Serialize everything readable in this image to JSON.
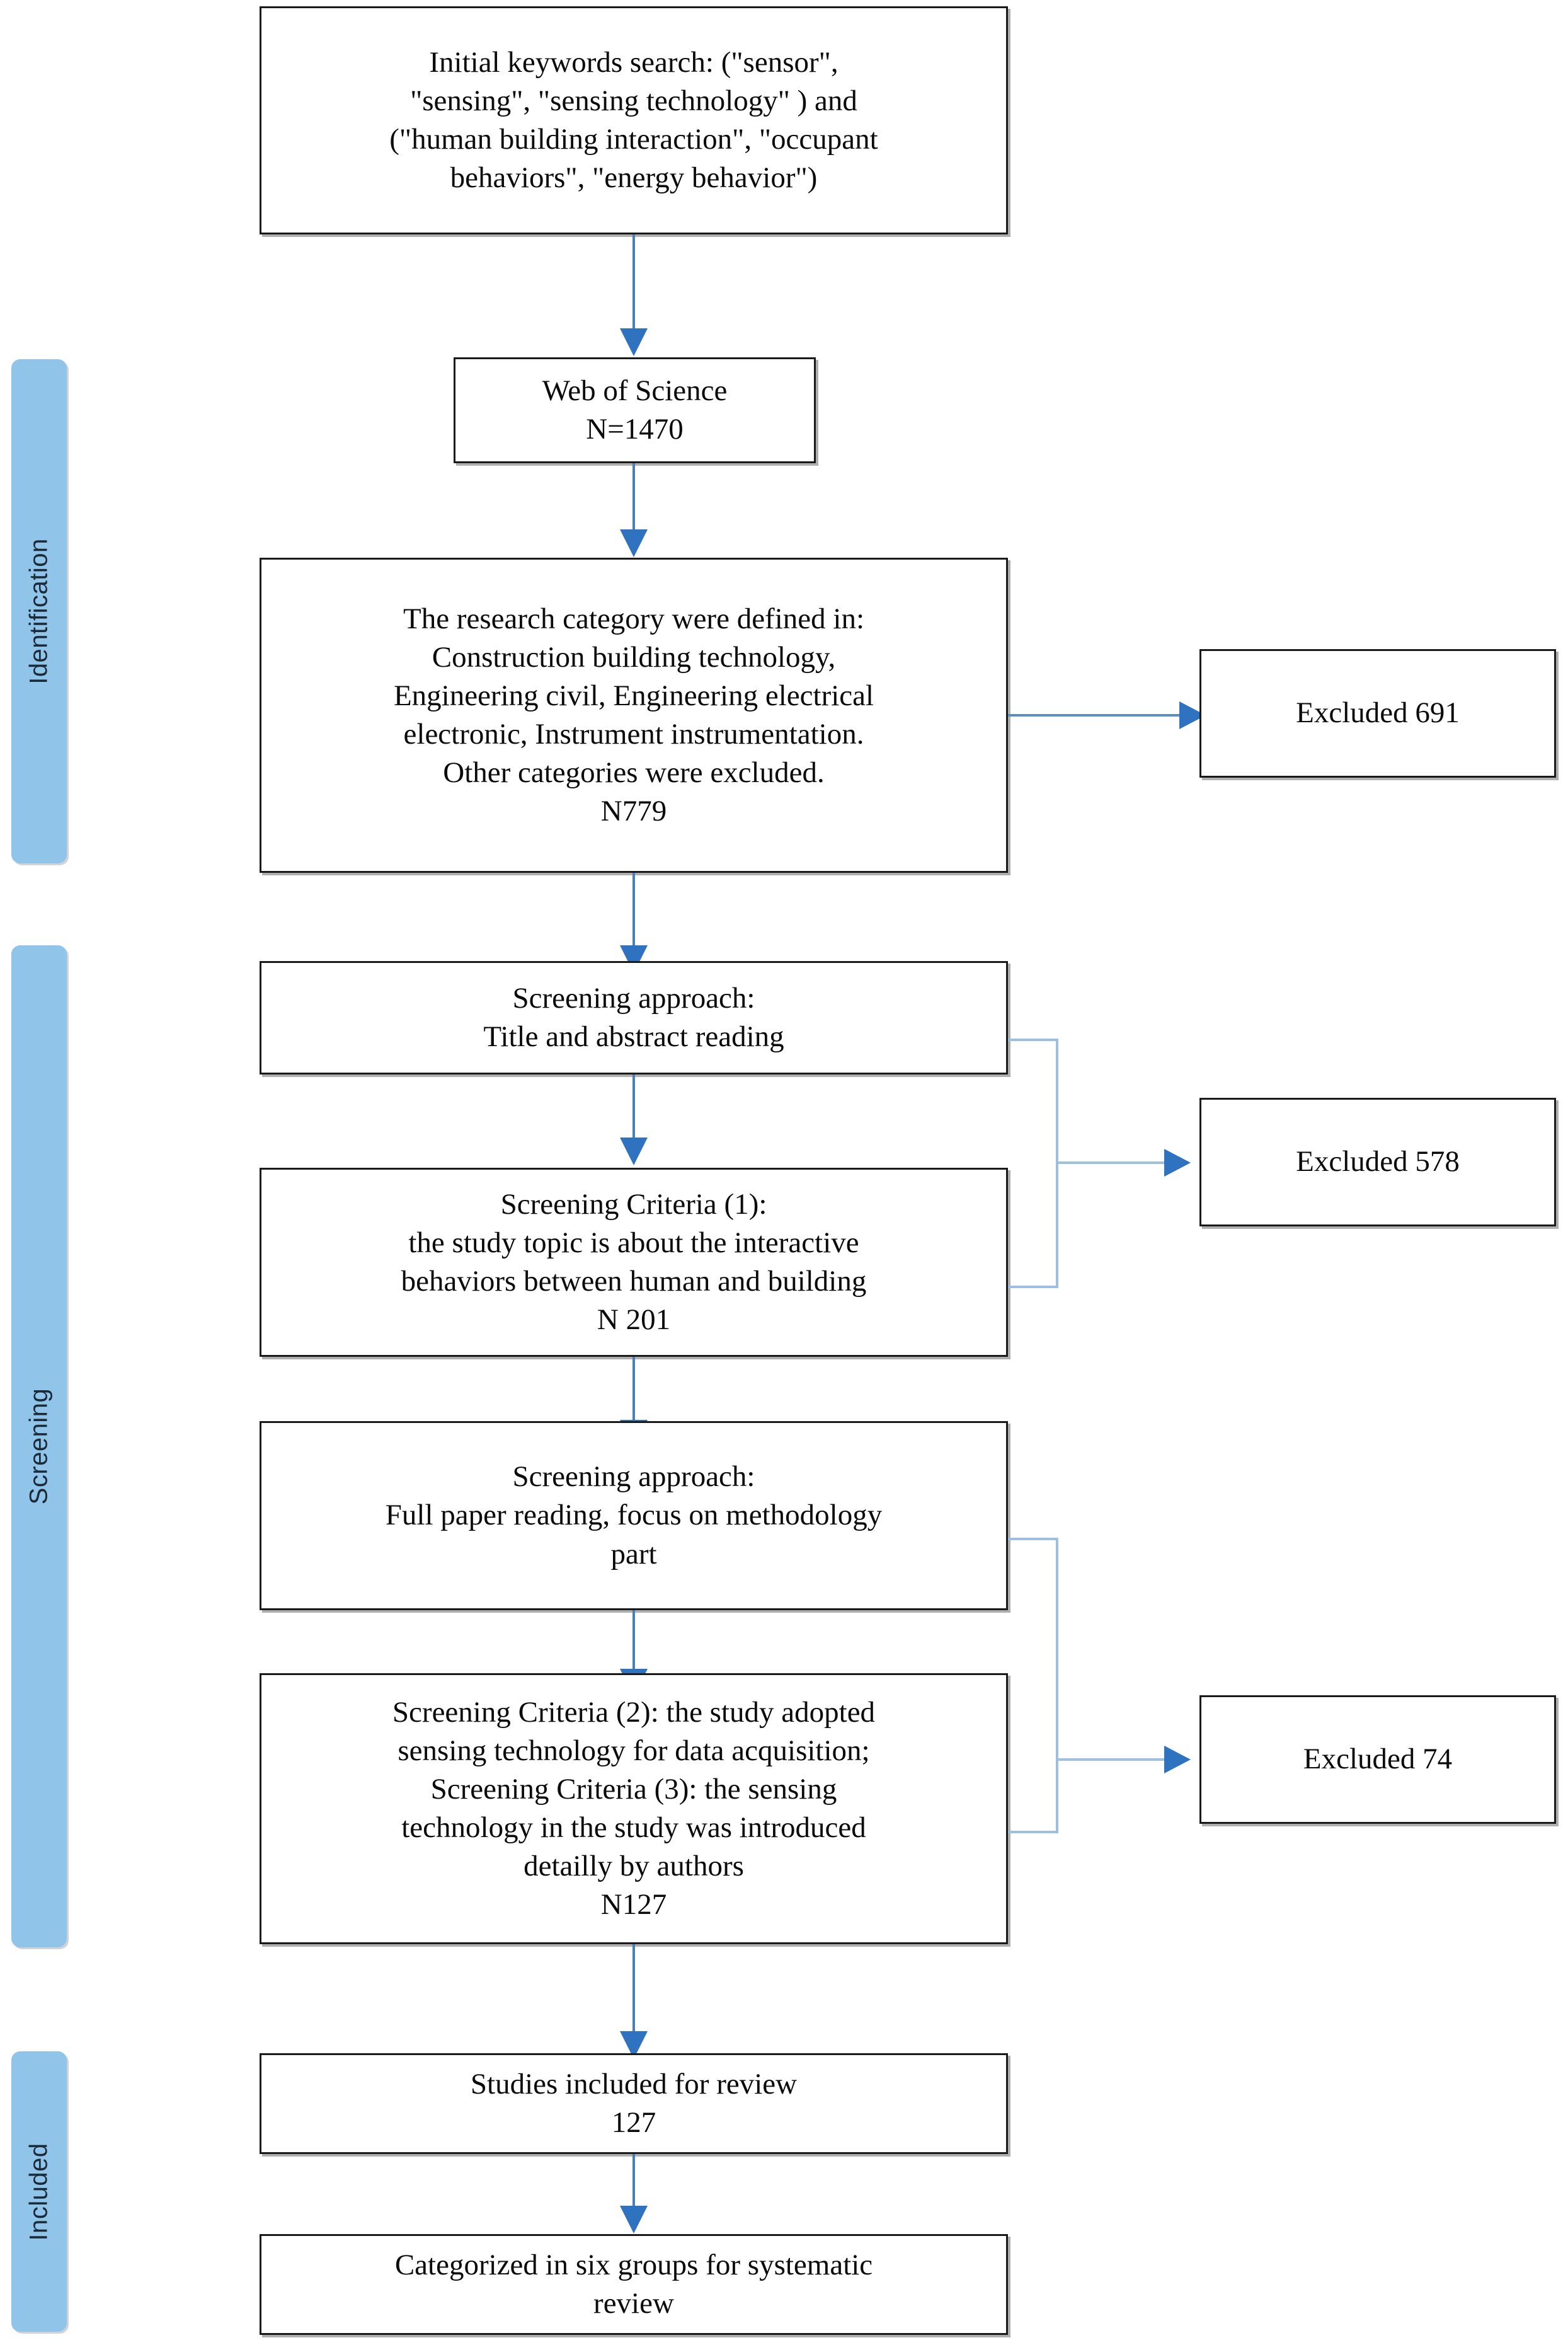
{
  "diagram": {
    "type": "prisma-flow-diagram",
    "accent_color": "#2f72c0",
    "stage_bar_color": "#90c4e9",
    "box_border_color": "#1a1a1a"
  },
  "stages": [
    {
      "id": "identification",
      "label": "Identification"
    },
    {
      "id": "screening",
      "label": "Screening"
    },
    {
      "id": "included",
      "label": "Included"
    }
  ],
  "nodes": {
    "initial_search": "Initial keywords search:  (\"sensor\",\n\"sensing\", \"sensing technology\" ) and\n(\"human building interaction\", \"occupant\nbehaviors\",  \"energy behavior\")",
    "database": "Web of Science\nN=1470",
    "research_category": "The research category were defined in:\nConstruction building technology,\nEngineering civil, Engineering electrical\nelectronic, Instrument instrumentation.\nOther categories were excluded.\nN779",
    "screening_approach_1": "Screening approach:\nTitle and abstract reading",
    "screening_criteria_1": "Screening Criteria (1):\nthe study topic is about the interactive\nbehaviors between human and building\nN 201",
    "screening_approach_2": "Screening approach:\nFull paper reading, focus on methodology\npart",
    "screening_criteria_23": "Screening Criteria (2): the study adopted\nsensing technology for data acquisition;\nScreening Criteria (3): the sensing\ntechnology in the study was introduced\ndetailly  by  authors\nN127",
    "studies_included": "Studies included for review\n127",
    "categorized": "Categorized in six groups for systematic\nreview"
  },
  "excluded": {
    "excluded_691": "Excluded 691",
    "excluded_578": "Excluded 578",
    "excluded_74": "Excluded 74"
  }
}
